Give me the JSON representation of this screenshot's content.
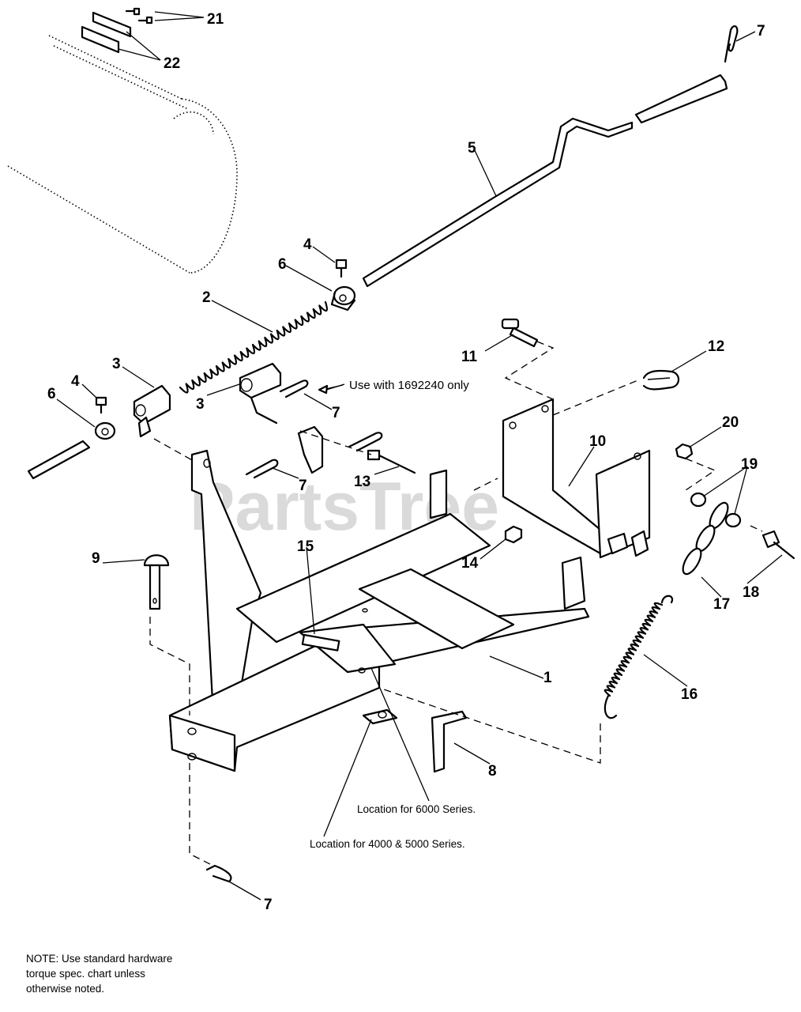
{
  "watermark": "PartsTree",
  "callouts": {
    "c1": "1",
    "c2": "2",
    "c3a": "3",
    "c3b": "3",
    "c4a": "4",
    "c4b": "4",
    "c5": "5",
    "c6a": "6",
    "c6b": "6",
    "c7a": "7",
    "c7b": "7",
    "c7c": "7",
    "c7d": "7",
    "c8": "8",
    "c9": "9",
    "c10": "10",
    "c11": "11",
    "c12": "12",
    "c13": "13",
    "c14": "14",
    "c15": "15",
    "c16": "16",
    "c17": "17",
    "c18": "18",
    "c19": "19",
    "c20": "20",
    "c21": "21",
    "c22": "22"
  },
  "annotations": {
    "use_with": "Use with 1692240 only",
    "loc_6000": "Location for 6000 Series.",
    "loc_4000_5000": "Location for 4000 & 5000 Series."
  },
  "note": {
    "line1": "NOTE: Use standard hardware",
    "line2": "torque spec. chart unless",
    "line3": "otherwise noted."
  }
}
